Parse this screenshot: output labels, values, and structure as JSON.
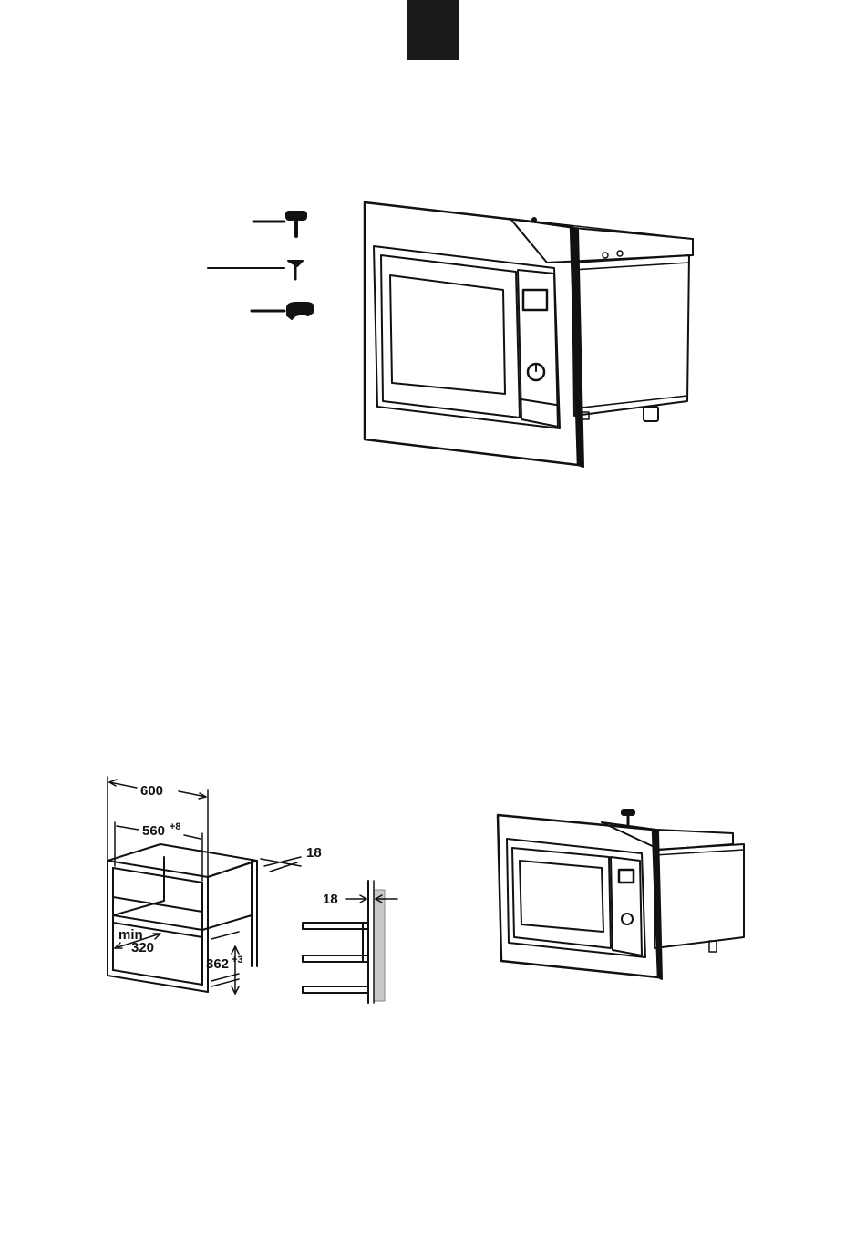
{
  "page_tab": {
    "color": "#1a1a1a"
  },
  "parts": [
    {
      "name": "knurled-fixing-screw",
      "icon": "thumb-screw-icon"
    },
    {
      "name": "mounting-screw",
      "icon": "screw-icon"
    },
    {
      "name": "screw-cap",
      "icon": "cap-icon"
    }
  ],
  "cabinet_dimensions": {
    "width_total": "600",
    "width_inner": "560",
    "width_inner_tolerance": "+8",
    "panel_thickness": "18",
    "height_min_label": "min",
    "height_min": "320",
    "height_inner": "362",
    "height_inner_tolerance": "+3",
    "side_thickness": "18"
  },
  "colors": {
    "line": "#111111",
    "wall": "#c8c8c8"
  }
}
